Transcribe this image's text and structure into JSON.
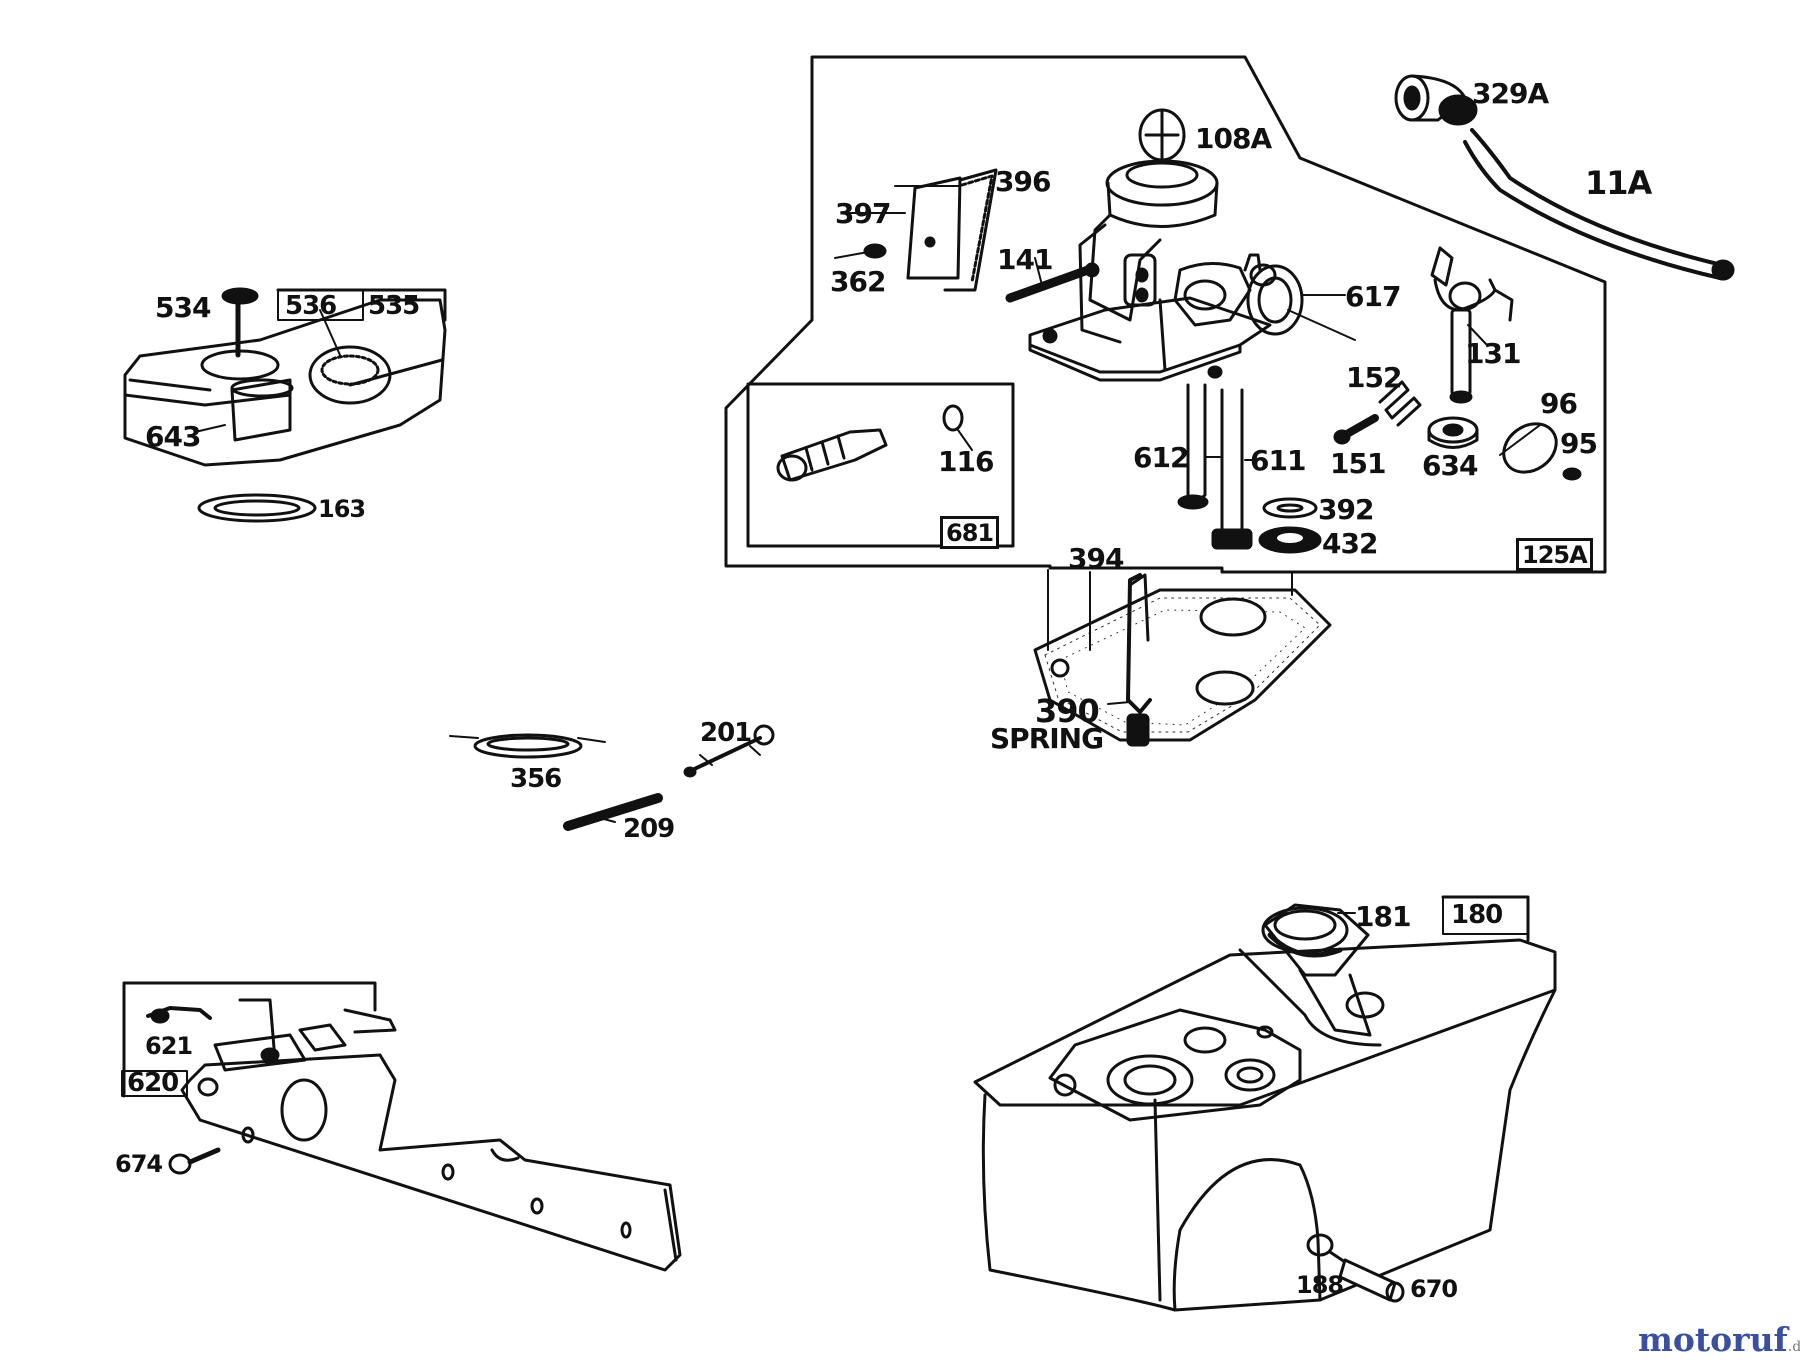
{
  "diagram": {
    "labels": {
      "p108A": "108A",
      "p329A": "329A",
      "p11A": "11A",
      "p396": "396",
      "p397": "397",
      "p362": "362",
      "p141": "141",
      "p617": "617",
      "p131": "131",
      "p152": "152",
      "p96": "96",
      "p95": "95",
      "p116": "116",
      "p612": "612",
      "p611": "611",
      "p151": "151",
      "p634": "634",
      "p392": "392",
      "p432": "432",
      "p681": "681",
      "p125A": "125A",
      "p394": "394",
      "p390": "390",
      "spring": "SPRING",
      "p534": "534",
      "p536": "536",
      "p535": "535",
      "p643": "643",
      "p163": "163",
      "p356": "356",
      "p201": "201",
      "p209": "209",
      "p181": "181",
      "p180": "180",
      "p621": "621",
      "p620": "620",
      "p674": "674",
      "p188": "188",
      "p670": "670"
    },
    "watermark": {
      "brand": "motoruf",
      "tld": ".de"
    },
    "colors": {
      "ink": "#111111",
      "paper": "#ffffff",
      "brand_primary": "#3a4fa0",
      "brand_accent": "#e08a1e"
    }
  }
}
